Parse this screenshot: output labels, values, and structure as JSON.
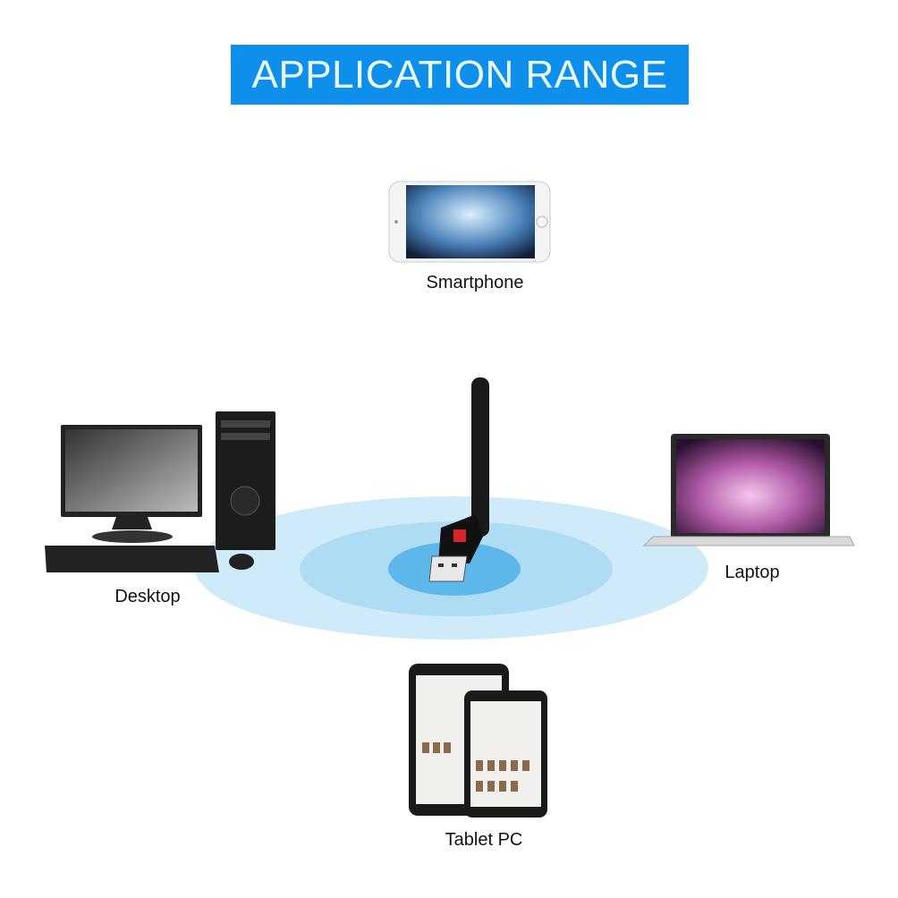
{
  "banner": {
    "title": "APPLICATION RANGE"
  },
  "devices": {
    "smartphone": "Smartphone",
    "desktop": "Desktop",
    "laptop": "Laptop",
    "tablet": "Tablet PC"
  },
  "colors": {
    "banner": "#0f8fec",
    "range_outer": "#cfeaf8",
    "range_middle": "#aedcf4",
    "range_inner": "#5cb8ea"
  }
}
